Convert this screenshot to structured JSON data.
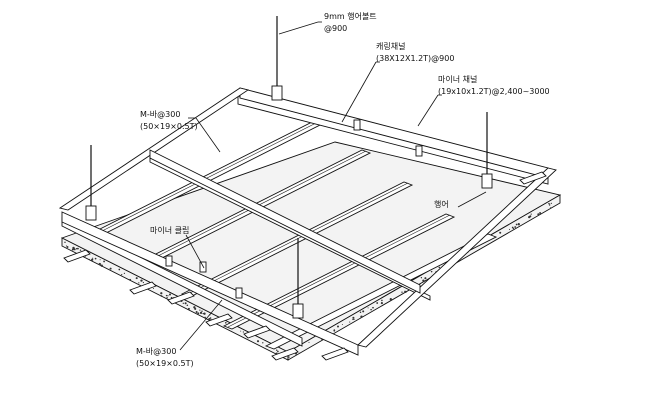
{
  "labels": {
    "hanger_bolt": "9mm 행어볼트",
    "hanger_bolt_spacing": "@900",
    "carrying_channel": "캐링채널",
    "carrying_channel_spec": "(38X12X1.2T)@900",
    "minor_channel": "마이너 채널",
    "minor_channel_spec": "(19x10x1.2T)@2,400~3000",
    "m_bar_top": "M-바@300",
    "m_bar_top_spec": "(50×19×0.5T)",
    "hanger": "행어",
    "minor_clip": "마이너 클립",
    "m_bar_bottom": "M-바@300",
    "m_bar_bottom_spec": "(50×19×0.5T)"
  }
}
